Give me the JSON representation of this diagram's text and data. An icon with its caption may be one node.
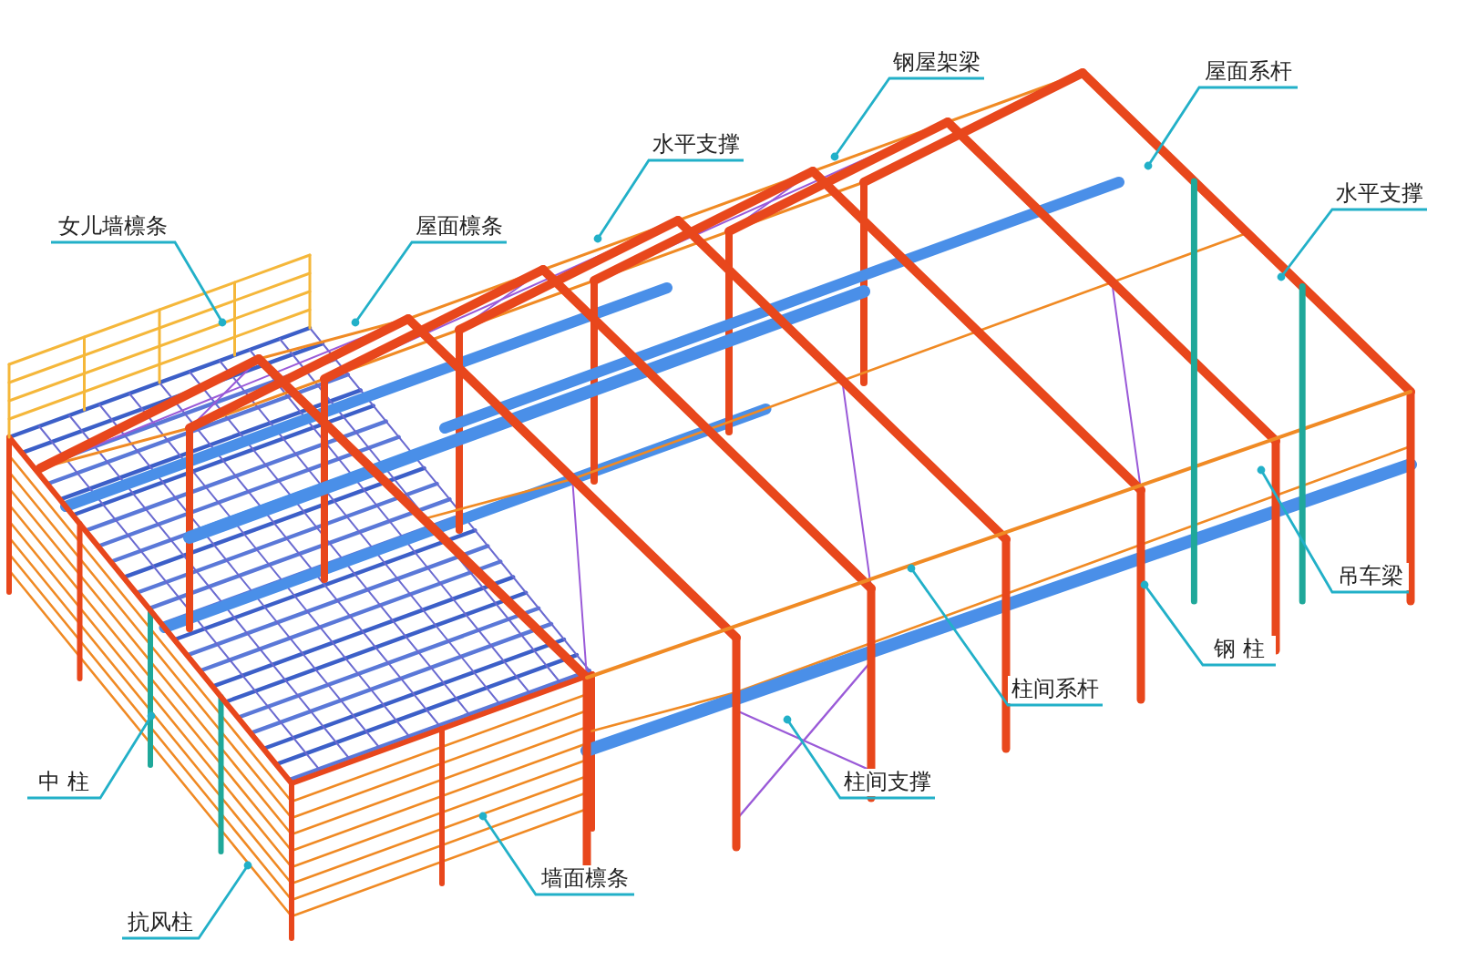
{
  "diagram": {
    "nodes": [
      {
        "text": [
          "钢屋架梁"
        ]
      },
      {
        "text": [
          "屋面系杆"
        ]
      },
      {
        "text": [
          "水平支撑"
        ]
      },
      {
        "text": [
          "水平支撑"
        ]
      },
      {
        "text": [
          "女儿墙檩条"
        ]
      },
      {
        "text": [
          "屋面檩条"
        ]
      },
      {
        "text": [
          "吊车梁"
        ]
      },
      {
        "text": [
          "钢 柱"
        ]
      },
      {
        "text": [
          "柱间系杆"
        ]
      },
      {
        "text": [
          "中 柱"
        ]
      },
      {
        "text": [
          "柱间支撑"
        ]
      },
      {
        "text": [
          "墙面檩条"
        ]
      },
      {
        "text": [
          "抗风柱"
        ]
      }
    ],
    "edges": [
      {
        "from": 0,
        "to": null,
        "arrow": "other"
      },
      {
        "from": 1,
        "to": null,
        "arrow": "other"
      },
      {
        "from": 2,
        "to": null,
        "arrow": "other"
      },
      {
        "from": 3,
        "to": null,
        "arrow": "other"
      },
      {
        "from": 4,
        "to": null,
        "arrow": "other"
      },
      {
        "from": 5,
        "to": null,
        "arrow": "other"
      },
      {
        "from": 6,
        "to": null,
        "arrow": "other"
      },
      {
        "from": 7,
        "to": null,
        "arrow": "other"
      },
      {
        "from": 8,
        "to": null,
        "arrow": "other"
      },
      {
        "from": 9,
        "to": null,
        "arrow": "other"
      },
      {
        "from": 10,
        "to": null,
        "arrow": "other"
      },
      {
        "from": 11,
        "to": null,
        "arrow": "other"
      },
      {
        "from": 12,
        "to": null,
        "arrow": "other"
      }
    ]
  }
}
